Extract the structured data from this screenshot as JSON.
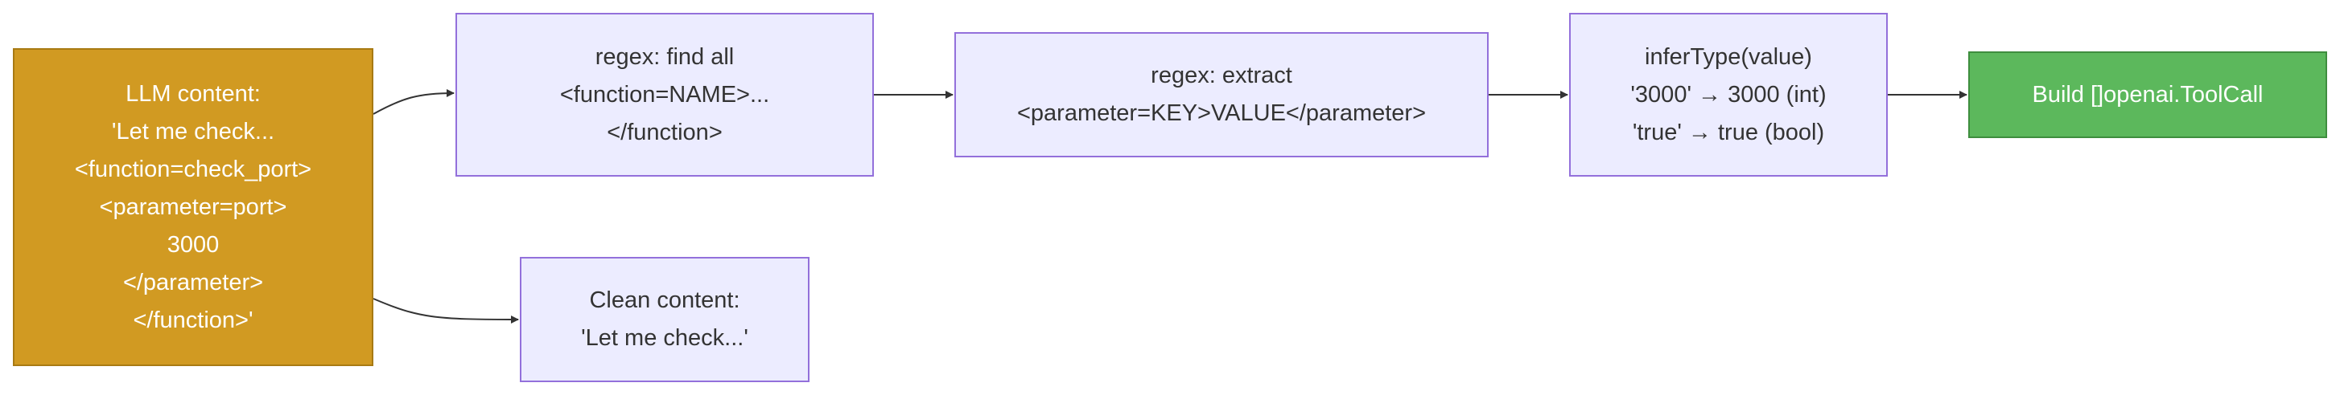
{
  "nodes": {
    "llm_content": {
      "lines": [
        "LLM content:",
        "'Let me check...",
        "<function=check_port>",
        "<parameter=port>",
        "3000",
        "</parameter>",
        "</function>'"
      ],
      "color": "#d19a22"
    },
    "find_all": {
      "lines": [
        "regex: find all",
        "<function=NAME>...",
        "</function>"
      ]
    },
    "extract": {
      "lines": [
        "regex: extract",
        "<parameter=KEY>VALUE</parameter>"
      ]
    },
    "infer_type": {
      "lines": [
        "inferType(value)",
        "'3000' → 3000 (int)",
        "'true' → true (bool)"
      ]
    },
    "build": {
      "lines": [
        "Build []openai.ToolCall"
      ],
      "color": "#5cb85c"
    },
    "clean": {
      "lines": [
        "Clean content:",
        "'Let me check...'"
      ]
    }
  },
  "edges": [
    {
      "from": "llm_content",
      "to": "find_all"
    },
    {
      "from": "find_all",
      "to": "extract"
    },
    {
      "from": "extract",
      "to": "infer_type"
    },
    {
      "from": "infer_type",
      "to": "build"
    },
    {
      "from": "llm_content",
      "to": "clean"
    }
  ],
  "colors": {
    "node_fill": "#ececff",
    "node_border": "#9370db",
    "edge": "#333333"
  }
}
